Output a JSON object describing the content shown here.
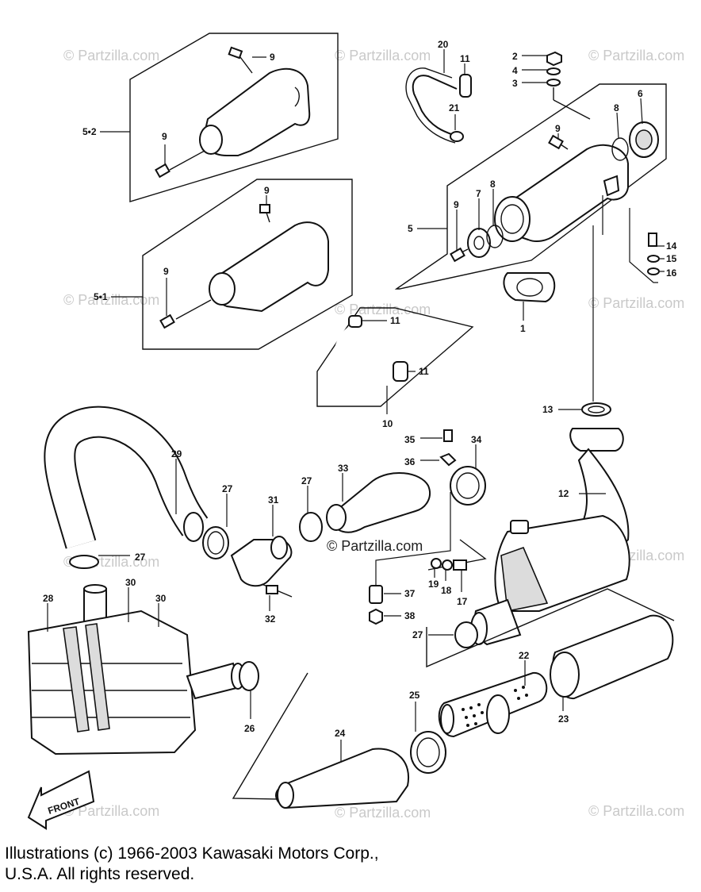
{
  "watermarks": {
    "corner": "© Partzilla.com",
    "center": "© Partzilla.com"
  },
  "callouts": {
    "c2": "2",
    "c4": "4",
    "c3": "3",
    "c20": "20",
    "c11a": "11",
    "c21": "21",
    "c9a": "9",
    "c52": "5•2",
    "c9b": "9",
    "c9c": "9",
    "c8a": "8",
    "c6": "6",
    "c9d": "9",
    "c51": "5•1",
    "c9e": "9",
    "c9f": "9",
    "c7": "7",
    "c8b": "8",
    "c5": "5",
    "c14": "14",
    "c15": "15",
    "c16": "16",
    "c11b": "11",
    "c1": "1",
    "c11c": "11",
    "c10": "10",
    "c13": "13",
    "c12": "12",
    "c35": "35",
    "c34": "34",
    "c36": "36",
    "c33": "33",
    "c29": "29",
    "c27a": "27",
    "c31": "31",
    "c27b": "27",
    "c27c": "27",
    "c28": "28",
    "c30a": "30",
    "c30b": "30",
    "c32": "32",
    "c19": "19",
    "c18": "18",
    "c17": "17",
    "c37": "37",
    "c38": "38",
    "c27d": "27",
    "c22": "22",
    "c25": "25",
    "c23": "23",
    "c26": "26",
    "c24": "24"
  },
  "front_arrow": "FRONT",
  "copyright": {
    "line1": "Illustrations (c) 1966-2003 Kawasaki Motors Corp.,",
    "line2": "U.S.A.  All rights reserved."
  }
}
